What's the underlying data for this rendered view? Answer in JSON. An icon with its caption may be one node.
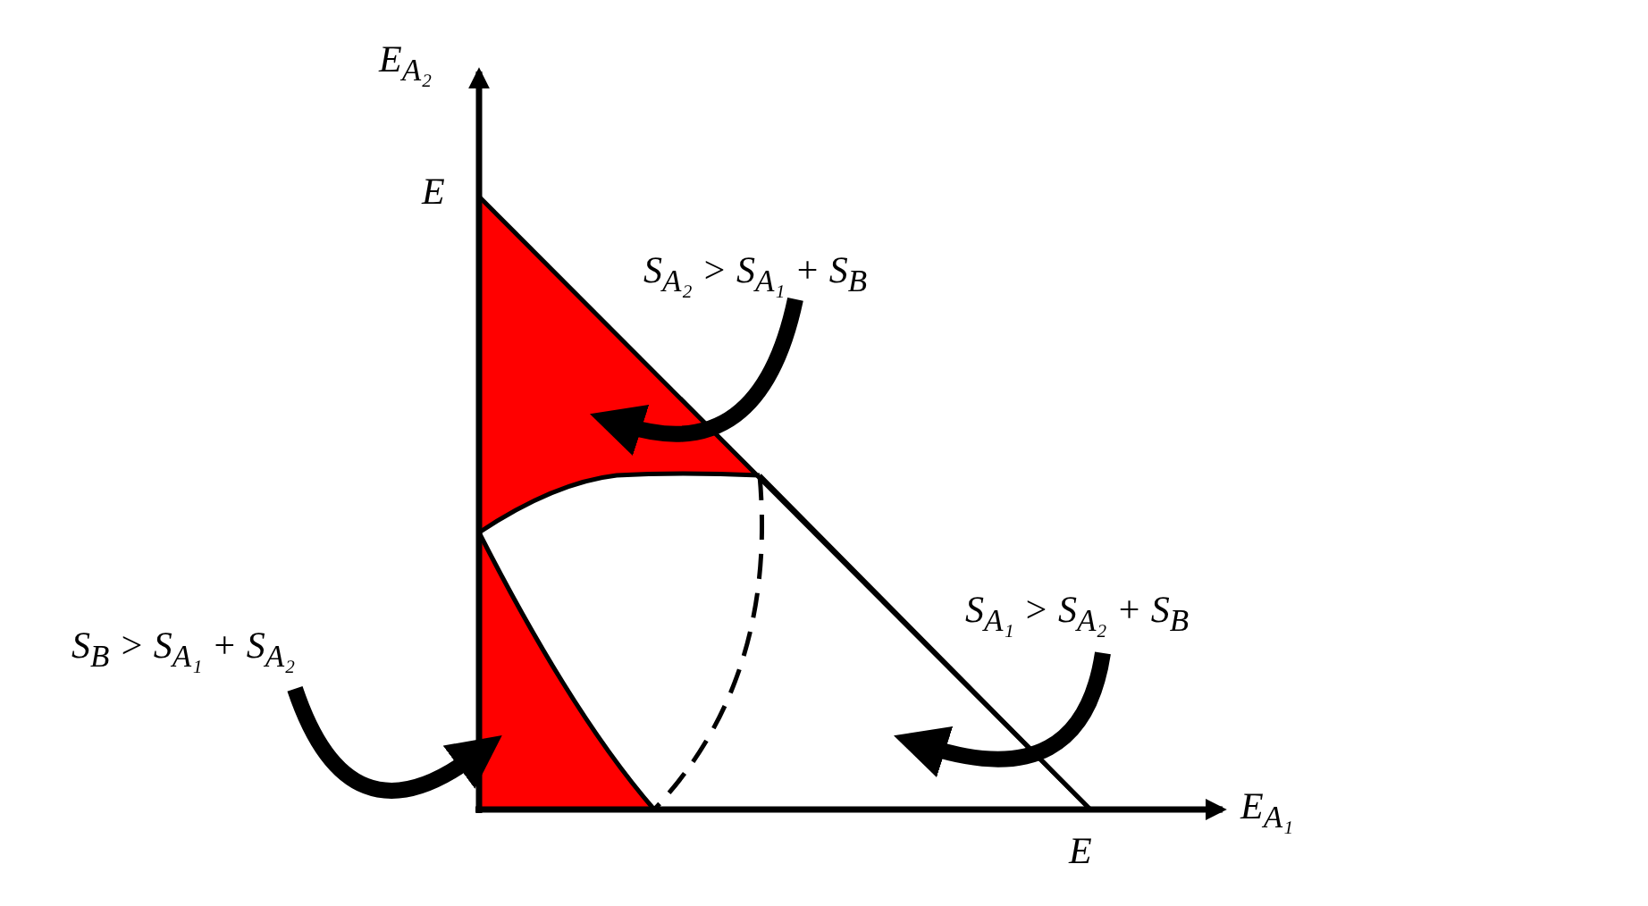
{
  "diagram": {
    "nodes": [
      {
        "text": [
          "S$_{A₂}$ > S$_{A₁}$ + S$_{B}$"
        ]
      },
      {
        "text": [
          "S$_{B}$ > S$_{A₁}$ + S$_{A₂}$"
        ]
      },
      {
        "text": [
          "S$_{A₁}$ > S$_{A₂}$ + S$_{B}$"
        ]
      },
      {
        "text": [],
        "shape": "region"
      },
      {
        "text": [],
        "shape": "region"
      },
      {
        "text": [],
        "shape": "area"
      }
    ],
    "edges": [
      {
        "from": 0,
        "to": 3,
        "arrow": "to"
      },
      {
        "from": 1,
        "to": 4,
        "arrow": "to"
      },
      {
        "from": 2,
        "to": 5,
        "arrow": "to"
      }
    ],
    "labels": [
      "E$_{A₂}$",
      "E",
      "E$_{A₁}$",
      "E"
    ]
  }
}
